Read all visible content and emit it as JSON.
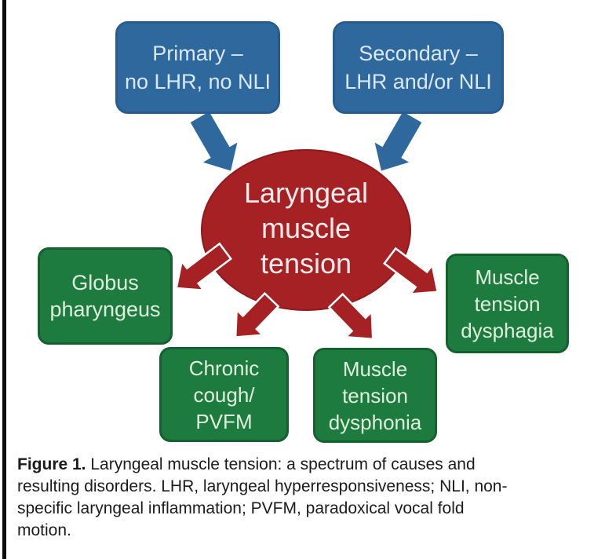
{
  "figure": {
    "background": "#ffffff",
    "left_rule_color": "#0b0b0b"
  },
  "colors": {
    "blue_fill": "#2F689D",
    "blue_border": "#275C8F",
    "blue_text": "#D9E8F6",
    "red_fill": "#A52123",
    "red_border": "#8F191C",
    "green_fill": "#1E7B40",
    "green_border": "#14602F",
    "green_text": "#DFEFDC",
    "caption_text": "#1B1B1B"
  },
  "center": {
    "lines": [
      "Laryngeal",
      "muscle",
      "tension"
    ]
  },
  "causes": [
    {
      "id": "primary",
      "lines": [
        "Primary –",
        "no LHR, no NLI"
      ]
    },
    {
      "id": "secondary",
      "lines": [
        "Secondary –",
        "LHR and/or NLI"
      ]
    }
  ],
  "disorders": [
    {
      "id": "globus-pharyngeus",
      "lines": [
        "Globus",
        "pharyngeus"
      ]
    },
    {
      "id": "chronic-cough-pvfm",
      "lines": [
        "Chronic",
        "cough/",
        "PVFM"
      ]
    },
    {
      "id": "muscle-tension-dysphonia",
      "lines": [
        "Muscle",
        "tension",
        "dysphonia"
      ]
    },
    {
      "id": "muscle-tension-dysphagia",
      "lines": [
        "Muscle",
        "tension",
        "dysphagia"
      ]
    }
  ],
  "caption": {
    "figure_label": "Figure 1.",
    "line1_rest": " Laryngeal muscle tension: a spectrum of causes and",
    "line2": "resulting disorders. LHR, laryngeal hyperresponsiveness; NLI, non-",
    "line3": "specific laryngeal inflammation; PVFM, paradoxical vocal fold",
    "line4": "motion."
  }
}
